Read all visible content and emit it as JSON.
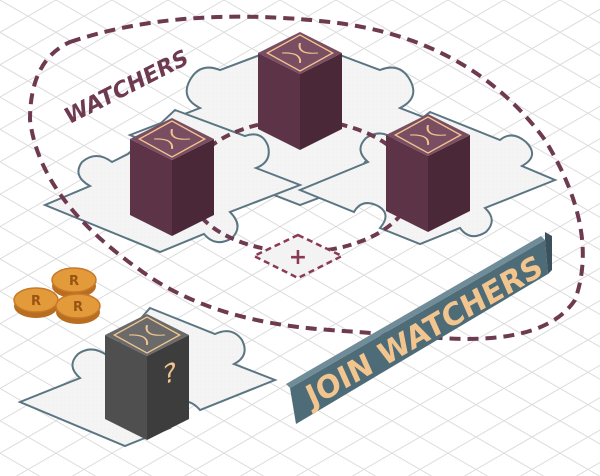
{
  "group": {
    "label": "WATCHERS",
    "outline_color": "#6e3a4f",
    "members": [
      {
        "name": "watcher-top"
      },
      {
        "name": "watcher-left"
      },
      {
        "name": "watcher-right"
      }
    ],
    "empty_slot_symbol": "+"
  },
  "candidate": {
    "unknown_symbol": "?"
  },
  "coins": {
    "letter": "R",
    "count": 3,
    "color": "#e39a3b"
  },
  "banner": {
    "label": "JOIN WATCHERS",
    "color": "#4e6b78",
    "text_color": "#f3c58e"
  },
  "colors": {
    "cube_top": "#7a4e62",
    "cube_left": "#5c3347",
    "cube_right": "#4a2838",
    "unknown_top": "#6a6a6a",
    "unknown_left": "#4f4f4f",
    "unknown_right": "#3d3d3d",
    "glyph": "#f3c58e",
    "tile_fill": "#f3f3f3",
    "tile_stroke": "#5b7682",
    "grid": "#d8d8d8"
  }
}
